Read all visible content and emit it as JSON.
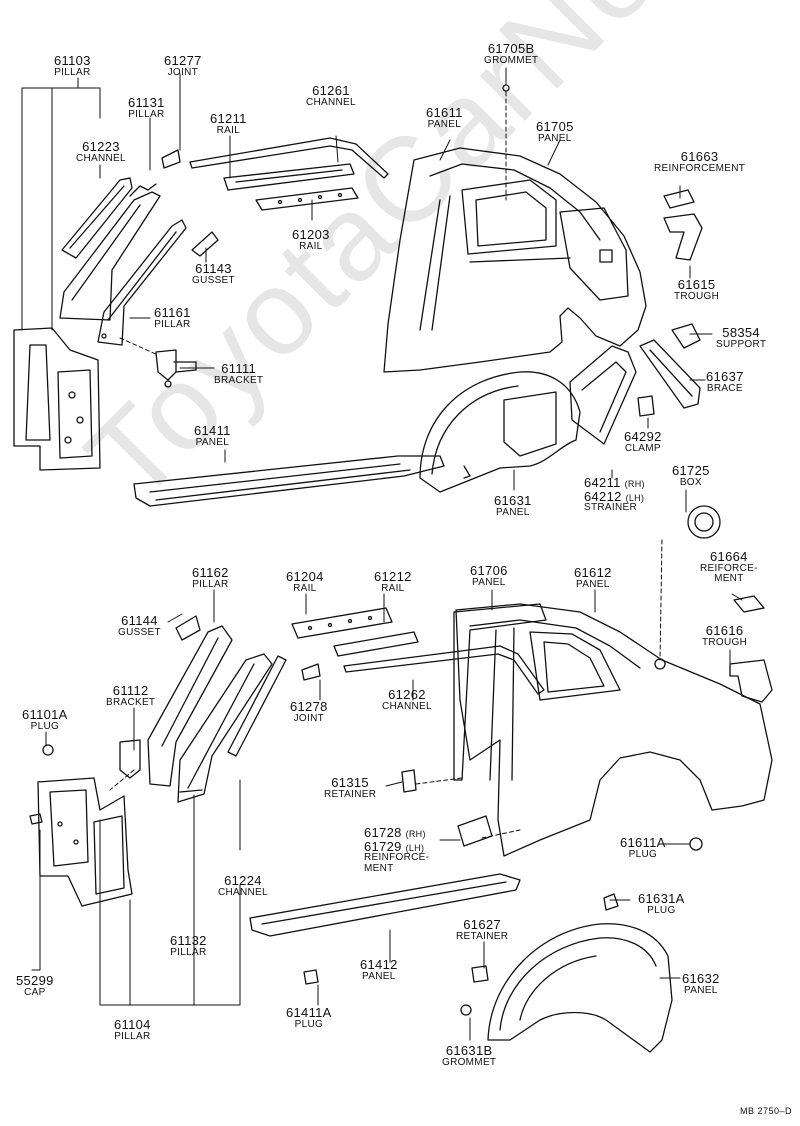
{
  "watermark": "ToyotaCarNet.ru",
  "footer": "MB 2750–D",
  "labels": [
    {
      "id": "l61103",
      "num": "61103",
      "name": "PILLAR"
    },
    {
      "id": "l61277",
      "num": "61277",
      "name": "JOINT"
    },
    {
      "id": "l61131",
      "num": "61131",
      "name": "PILLAR"
    },
    {
      "id": "l61223",
      "num": "61223",
      "name": "CHANNEL"
    },
    {
      "id": "l61211",
      "num": "61211",
      "name": "RAIL"
    },
    {
      "id": "l61261",
      "num": "61261",
      "name": "CHANNEL"
    },
    {
      "id": "l61203",
      "num": "61203",
      "name": "RAIL"
    },
    {
      "id": "l61143",
      "num": "61143",
      "name": "GUSSET"
    },
    {
      "id": "l61161",
      "num": "61161",
      "name": "PILLAR"
    },
    {
      "id": "l61111",
      "num": "61111",
      "name": "BRACKET"
    },
    {
      "id": "l61411",
      "num": "61411",
      "name": "PANEL"
    },
    {
      "id": "l61705B",
      "num": "61705B",
      "name": "GROMMET"
    },
    {
      "id": "l61611",
      "num": "61611",
      "name": "PANEL"
    },
    {
      "id": "l61705",
      "num": "61705",
      "name": "PANEL"
    },
    {
      "id": "l61663",
      "num": "61663",
      "name": "REINFORCEMENT"
    },
    {
      "id": "l61615",
      "num": "61615",
      "name": "TROUGH"
    },
    {
      "id": "l58354",
      "num": "58354",
      "name": "SUPPORT"
    },
    {
      "id": "l61637",
      "num": "61637",
      "name": "BRACE"
    },
    {
      "id": "l64292",
      "num": "64292",
      "name": "CLAMP"
    },
    {
      "id": "l61631",
      "num": "61631",
      "name": "PANEL"
    },
    {
      "id": "l64211",
      "num": "64211",
      "suffix": "(RH)",
      "num2": "64212",
      "suffix2": "(LH)",
      "name": "STRAINER"
    },
    {
      "id": "l61725",
      "num": "61725",
      "name": "BOX"
    },
    {
      "id": "l61664",
      "num": "61664",
      "name": "REIFORCE-",
      "name2": "MENT"
    },
    {
      "id": "l61616",
      "num": "61616",
      "name": "TROUGH"
    },
    {
      "id": "l61162",
      "num": "61162",
      "name": "PILLAR"
    },
    {
      "id": "l61144",
      "num": "61144",
      "name": "GUSSET"
    },
    {
      "id": "l61204",
      "num": "61204",
      "name": "RAIL"
    },
    {
      "id": "l61212",
      "num": "61212",
      "name": "RAIL"
    },
    {
      "id": "l61706",
      "num": "61706",
      "name": "PANEL"
    },
    {
      "id": "l61612",
      "num": "61612",
      "name": "PANEL"
    },
    {
      "id": "l61112",
      "num": "61112",
      "name": "BRACKET"
    },
    {
      "id": "l61101A",
      "num": "61101A",
      "name": "PLUG"
    },
    {
      "id": "l61278",
      "num": "61278",
      "name": "JOINT"
    },
    {
      "id": "l61262",
      "num": "61262",
      "name": "CHANNEL"
    },
    {
      "id": "l61315",
      "num": "61315",
      "name": "RETAINER"
    },
    {
      "id": "l61728",
      "num": "61728",
      "suffix": "(RH)",
      "num2": "61729",
      "suffix2": "(LH)",
      "name": "REINFORCE-",
      "name2": "MENT"
    },
    {
      "id": "l61611A",
      "num": "61611A",
      "name": "PLUG"
    },
    {
      "id": "l61224",
      "num": "61224",
      "name": "CHANNEL"
    },
    {
      "id": "l61631A",
      "num": "61631A",
      "name": "PLUG"
    },
    {
      "id": "l61627",
      "num": "61627",
      "name": "RETAINER"
    },
    {
      "id": "l61132",
      "num": "61132",
      "name": "PILLAR"
    },
    {
      "id": "l61412",
      "num": "61412",
      "name": "PANEL"
    },
    {
      "id": "l61632",
      "num": "61632",
      "name": "PANEL"
    },
    {
      "id": "l55299",
      "num": "55299",
      "name": "CAP"
    },
    {
      "id": "l61411A",
      "num": "61411A",
      "name": "PLUG"
    },
    {
      "id": "l61104",
      "num": "61104",
      "name": "PILLAR"
    },
    {
      "id": "l61631B",
      "num": "61631B",
      "name": "GROMMET"
    }
  ]
}
